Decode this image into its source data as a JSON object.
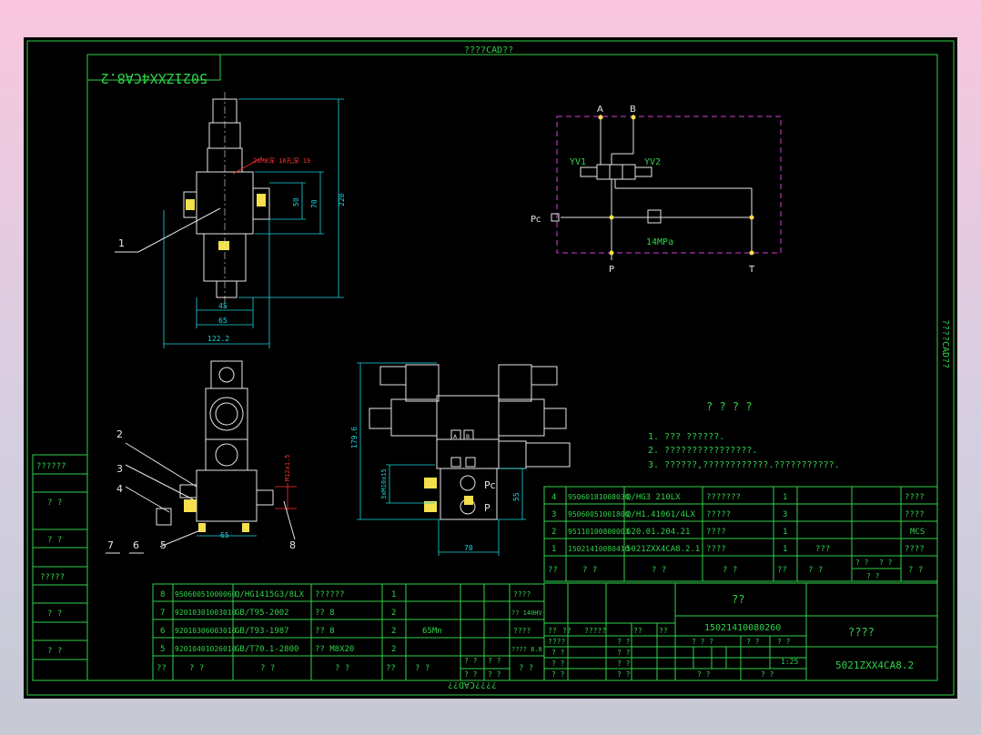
{
  "sheet": {
    "top_label": "????CAD??",
    "bottom_label": "????CAD??",
    "side_label": "????CAD??",
    "stamp": "5021ZXX4CA8.2"
  },
  "left_strip": [
    "??????",
    "? ?",
    "? ?",
    "?????",
    "? ?",
    "? ?"
  ],
  "dimensions": {
    "d228": "228",
    "d70": "70",
    "d50": "50",
    "d45": "45",
    "d65_top": "65",
    "d1222": "122.2",
    "d1796": "179.6",
    "d55": "55",
    "d70_bottom": "70",
    "d65_left": "65",
    "m12": "M12x1.5",
    "m10": "3xM10x15",
    "note_red": "2xM8深 18孔深 19"
  },
  "callouts": [
    "1",
    "2",
    "3",
    "4",
    "5",
    "6",
    "7",
    "8"
  ],
  "schematic": {
    "A": "A",
    "B": "B",
    "P": "P",
    "T": "T",
    "Pc": "Pc",
    "yv1": "YV1",
    "yv2": "YV2",
    "pressure": "14MPa"
  },
  "face_labels": {
    "pc": "Pc",
    "p": "P",
    "a": "A",
    "b": "B"
  },
  "notes": {
    "title": "? ? ? ?",
    "lines": [
      "1. ??? ??????.",
      "2. ????????????????.",
      "3. ??????,????????????.???????????."
    ]
  },
  "parts_upper": {
    "rows": [
      [
        "4",
        "95060181008030",
        "Q/HG3 210LX",
        "???????",
        "1",
        "",
        "????"
      ],
      [
        "3",
        "95060051001800",
        "Q/H1.41061/4LX",
        "?????",
        "3",
        "",
        "????"
      ],
      [
        "2",
        "95110100800003",
        "620.01.204.21",
        "????",
        "1",
        "",
        "MCS"
      ],
      [
        "1",
        "15021410080410",
        "5021ZXX4CA8.2.1",
        "????",
        "1",
        "???",
        "????"
      ]
    ],
    "header": [
      "??",
      "? ?",
      "? ?",
      "? ?",
      "??",
      "? ?",
      "? ?"
    ],
    "header_extra": [
      "? ?",
      "? ?",
      "? ?"
    ]
  },
  "parts_lower": {
    "rows": [
      [
        "8",
        "95060051000060",
        "Q/HG1415G3/8LX",
        "??????",
        "1",
        "",
        "????"
      ],
      [
        "7",
        "92010301003010",
        "GB/T95-2002",
        "?? 8",
        "2",
        "",
        "?? 140HV"
      ],
      [
        "6",
        "92010306003010",
        "GB/T93-1987",
        "?? 8",
        "2",
        "65Mn",
        "????"
      ],
      [
        "5",
        "92010401026010",
        "GB/T70.1-2800",
        "?? M8X20",
        "2",
        "",
        "???? 8.8"
      ]
    ],
    "header": [
      "??",
      "? ?",
      "? ?",
      "? ?",
      "??",
      "? ?",
      "? ?"
    ],
    "header_extra": [
      "? ?",
      "? ?",
      "? ?",
      "? ?"
    ]
  },
  "title_block": {
    "company": "??",
    "drawing_no": "15021410080260",
    "name": "????",
    "code": "5021ZXX4CA8.2",
    "scale": "1:25",
    "row_mark": [
      "??",
      "??",
      "?????",
      "??",
      "??"
    ],
    "left_rows": [
      "? ?",
      "? ?",
      "? ?",
      "????"
    ],
    "mid_rows": [
      "? ?",
      "? ?",
      "? ?",
      "? ?"
    ],
    "stage": [
      "? ? ?",
      "? ?",
      "? ?"
    ],
    "sheet": [
      "? ?",
      "? ?"
    ]
  }
}
